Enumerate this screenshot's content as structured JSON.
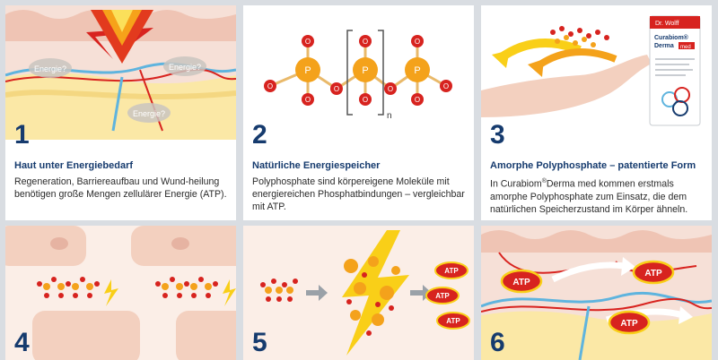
{
  "panels": [
    {
      "number": "1",
      "title": "Haut unter Energiebedarf",
      "text": "Regeneration, Barriereaufbau und Wund-heilung benötigen große Mengen zellulärer Energie (ATP).",
      "bubbles": [
        "Energie?",
        "Energie?",
        "Energie?"
      ]
    },
    {
      "number": "2",
      "title": "Natürliche Energiespeicher",
      "text": "Polyphosphate sind körpereigene Moleküle mit energiereichen Phosphatbindungen – vergleichbar mit ATP.",
      "atoms": {
        "p": "P",
        "o": "O",
        "n": "n"
      }
    },
    {
      "number": "3",
      "title": "Amorphe Polyphosphate – patentierte Form",
      "text_pre": "In Curabiom",
      "text_sup": "®",
      "text_post": "Derma med kommen erstmals amorphe Polyphosphate zum Einsatz, die dem natürlichen Speicherzustand im Körper ähneln.",
      "product": {
        "brand": "Dr. Wolff",
        "name_line1": "Curabiom®",
        "name_line2": "Derma",
        "badge": "med"
      }
    },
    {
      "number": "4"
    },
    {
      "number": "5",
      "atp_labels": [
        "ATP",
        "ATP",
        "ATP"
      ]
    },
    {
      "number": "6",
      "atp_labels": [
        "ATP",
        "ATP",
        "ATP"
      ]
    }
  ],
  "colors": {
    "navy": "#163b6e",
    "skin": "#f3d6c9",
    "atp_red": "#d7231f",
    "phosphate_orange": "#f2a21a",
    "lightning_yellow": "#f9cf18"
  }
}
